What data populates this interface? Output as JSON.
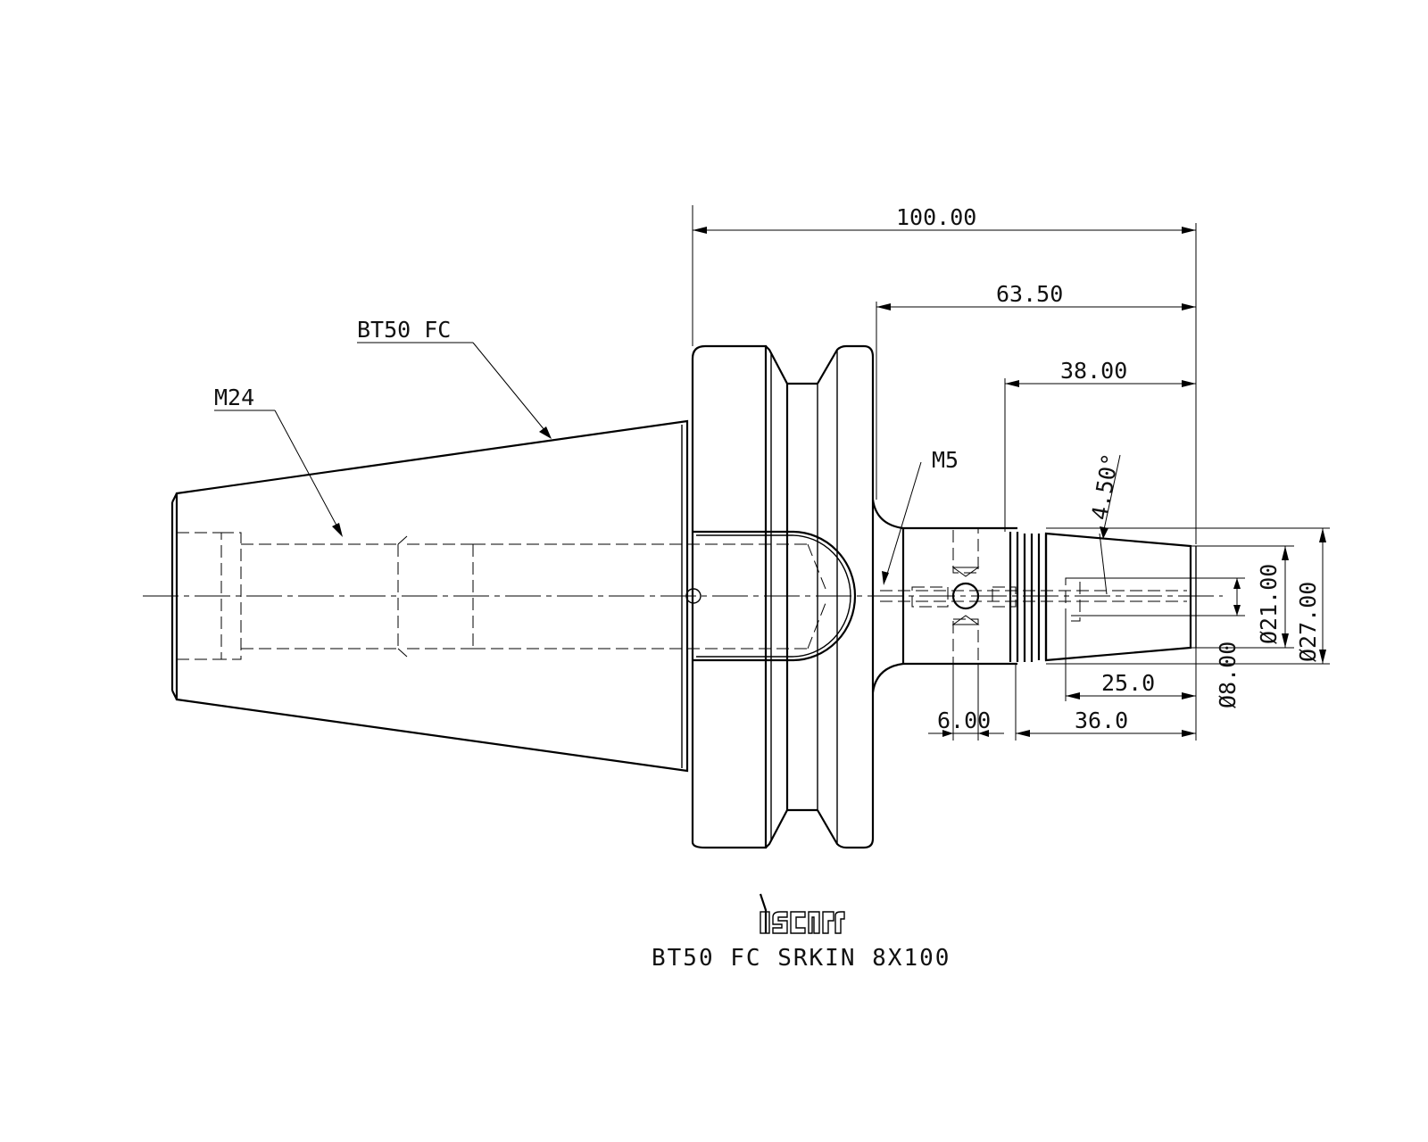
{
  "drawing": {
    "title": "BT50 FC SRKIN 8X100",
    "logo": "iscar",
    "callouts": {
      "taper": "BT50 FC",
      "thread_main": "M24",
      "thread_small": "M5"
    },
    "dimensions": {
      "overall_length": "100.00",
      "flange_to_end": "63.50",
      "nose_length": "38.00",
      "taper_angle": "4.50°",
      "dia_nose": "Ø21.00",
      "dia_body": "Ø27.00",
      "bore_dia": "Ø8.00",
      "bore_depth": "25.0",
      "screw_pos": "6.00",
      "nose_taper_len": "36.0"
    }
  }
}
